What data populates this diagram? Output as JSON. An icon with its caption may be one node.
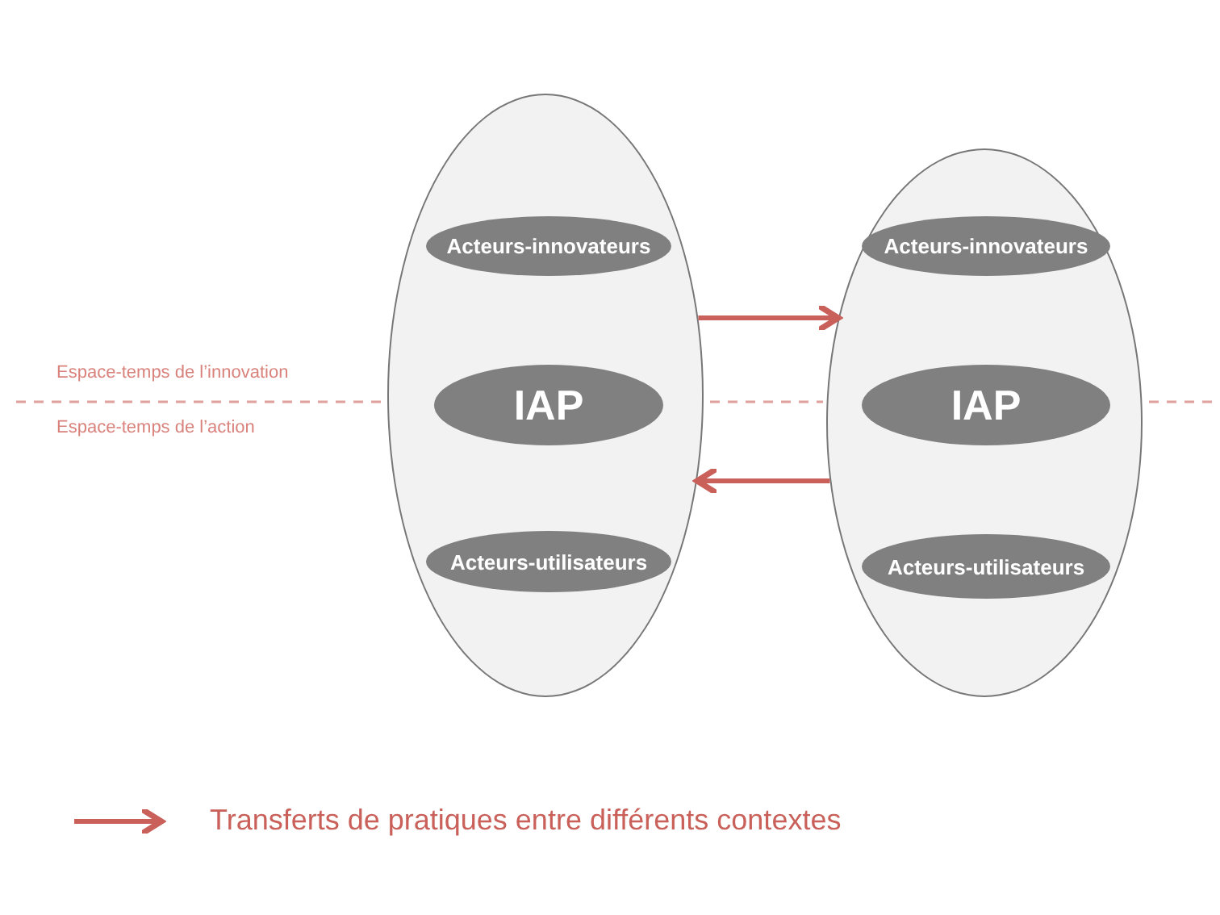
{
  "diagram": {
    "nodes": [
      {
        "text": [],
        "shape": "circle"
      },
      {
        "text": [
          "Acteurs-innovateurs"
        ],
        "in": 0
      },
      {
        "text": [
          "IAP"
        ],
        "in": 0
      },
      {
        "text": [
          "Acteurs-utilisateurs"
        ],
        "in": 0
      },
      {
        "text": [],
        "shape": "circle"
      },
      {
        "text": [
          "Acteurs-innovateurs"
        ],
        "in": 4
      },
      {
        "text": [
          "IAP"
        ],
        "in": 4
      },
      {
        "text": [
          "Acteurs-utilisateurs"
        ],
        "in": 4
      }
    ],
    "edges": [
      {
        "from": 0,
        "to": 4,
        "arrow": "to"
      },
      {
        "from": 4,
        "to": 0,
        "arrow": "to"
      }
    ],
    "labels": [
      "Espace-temps de l’innovation",
      "Espace-temps de l’action"
    ],
    "legend": [
      {
        "text": "Transferts de pratiques entre différents contextes"
      }
    ]
  }
}
